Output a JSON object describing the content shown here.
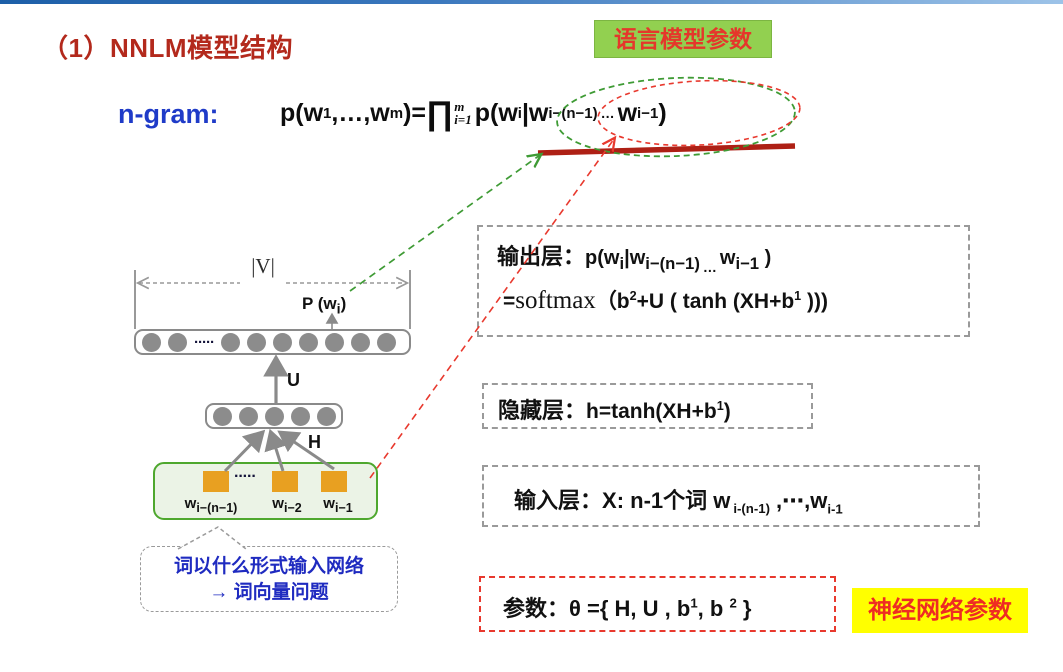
{
  "title": "（1）NNLM模型结构",
  "labels": {
    "lm_params": "语言模型参数",
    "nn_params": "神经网络参数"
  },
  "ngram": {
    "label": "n-gram:",
    "formula": {
      "p1": "p(w",
      "sub1": "1",
      "p2": ",…,w",
      "sub2": "m",
      "p3": ")=",
      "prod": "∏",
      "prod_sup": "m",
      "prod_sub": "i=1",
      "p4": "p(w",
      "sub3": "i",
      "p5": "|w",
      "sub4": "i−(n−1)",
      "dots": "…",
      "p6": "w",
      "sub5": "i−1",
      "p7": ")"
    }
  },
  "output_box": {
    "label": "输出层：",
    "line1": {
      "a": "p(w",
      "s1": "i",
      "b": "|w",
      "s2": "i−(n−1)",
      "dots": "…",
      "c": "w",
      "s3": "i−1",
      "d": " )"
    },
    "line2": {
      "eq": "=",
      "softmax": "softmax",
      "r1": "（b",
      "sup1": "2",
      "r2": "+U ( tanh (XH+b",
      "sup2": "1",
      "r3": " )))"
    }
  },
  "hidden_box": {
    "label": "隐藏层：",
    "f1": "h=tanh(XH+b",
    "sup1": "1",
    "f2": ")"
  },
  "input_box": {
    "label": "输入层：",
    "f1": "X: n-1个词 w",
    "s1": "i-(n-1)",
    "f2": ",⋯,w",
    "s2": "i-1"
  },
  "params_box": {
    "label": "参数：",
    "f1": "θ ={ H, U , b",
    "sup1": "1",
    "f2": ", b ",
    "sup2": "2",
    "f3": " }"
  },
  "diagram": {
    "v_label": "|V|",
    "p_wi": {
      "a": "P (w",
      "s": "i",
      "b": ")"
    },
    "u_label": "U",
    "h_label": "H",
    "output_row": {
      "left_circles": 2,
      "dots": "·····",
      "right_circles": 7
    },
    "hidden_circles": 5,
    "square_dots": "·····",
    "square_labels": [
      {
        "a": "w",
        "s": "i−(n−1)"
      },
      {
        "a": "w",
        "s": "i−2"
      },
      {
        "a": "w",
        "s": "i−1"
      }
    ],
    "callout": {
      "line1": "词以什么形式输入网络",
      "line2": "→ 词向量问题"
    }
  },
  "colors": {
    "title_red": "#b3291c",
    "ngram_blue": "#1f3bc8",
    "callout_blue": "#1f2bc0",
    "green_highlight": "#92d050",
    "yellow_highlight": "#ffff00",
    "label_red": "#e5372b",
    "orange_square": "#e8a021",
    "input_green_border": "#4ea72e",
    "green_accent": "#3f9b35",
    "red_accent": "#e8392e",
    "dark_red_underline": "#ae2015",
    "neuron_gray": "#8c8c8c"
  }
}
